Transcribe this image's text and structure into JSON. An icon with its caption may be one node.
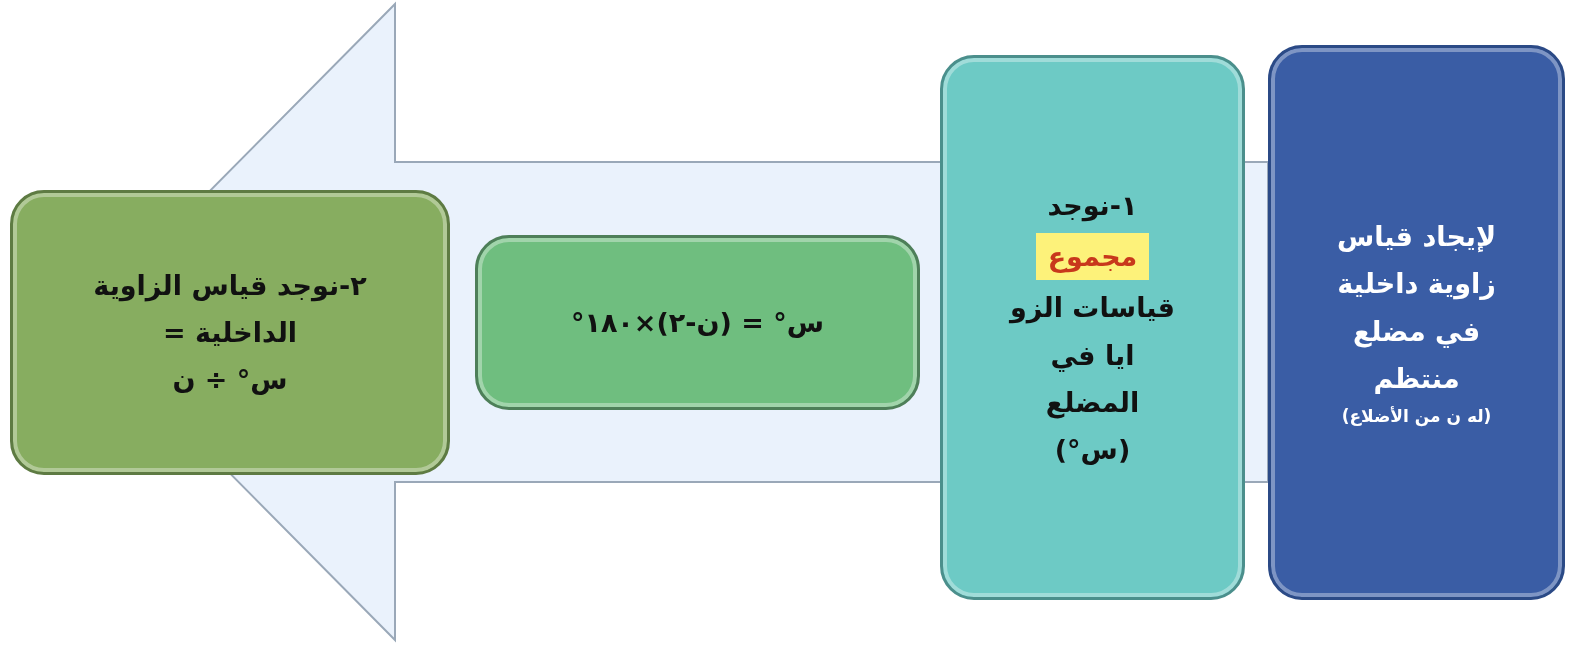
{
  "diagram": {
    "nodes": [
      {
        "text": [
          "لإيجاد قياس زاوية داخلية في مضلع منتظم",
          "(له ن من الأضلاع)"
        ]
      },
      {
        "text": [
          "١-نوجد",
          "مجموع",
          "قياسات الزو ايا في المضلع (س°)"
        ]
      },
      {
        "text": [
          "س° = (ن-٢)×١٨٠°"
        ]
      },
      {
        "text": [
          "٢-نوجد قياس الزاوية الداخلية =",
          "س° ÷ ن"
        ]
      }
    ],
    "edges": [
      {
        "from": 0,
        "to": 3,
        "arrow": "to",
        "style": "thick"
      }
    ]
  }
}
